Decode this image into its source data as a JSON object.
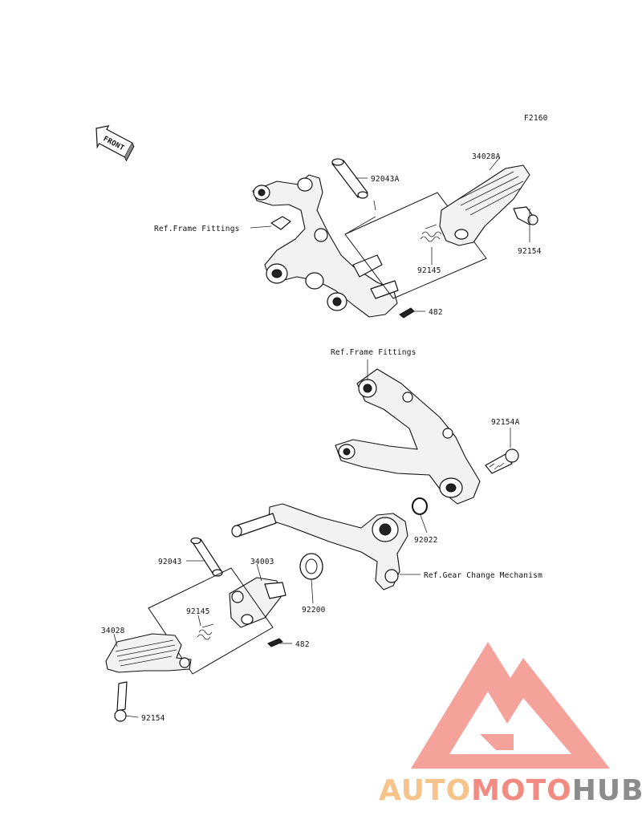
{
  "diagram": {
    "figure_code": "F2160",
    "front_label": "FRONT",
    "labels": {
      "ref_frame_top": "Ref.Frame Fittings",
      "p92043A": "92043A",
      "p34028A": "34028A",
      "p92145_top": "92145",
      "p92154_top": "92154",
      "p482_top": "482",
      "ref_frame_mid": "Ref.Frame Fittings",
      "p92154A": "92154A",
      "p92022": "92022",
      "ref_gear": "Ref.Gear Change Mechanism",
      "p92043": "92043",
      "p34003": "34003",
      "p92200": "92200",
      "p92145_bot": "92145",
      "p34028": "34028",
      "p482_bot": "482",
      "p92154_bot": "92154"
    }
  },
  "watermark": {
    "part1": "AUTO",
    "part2": "MOTO",
    "part3": "HUB",
    "colors": {
      "auto": "#f6c48a",
      "moto": "#f28b82",
      "hub": "#8c8c8c",
      "logo": "#f28b82"
    }
  }
}
